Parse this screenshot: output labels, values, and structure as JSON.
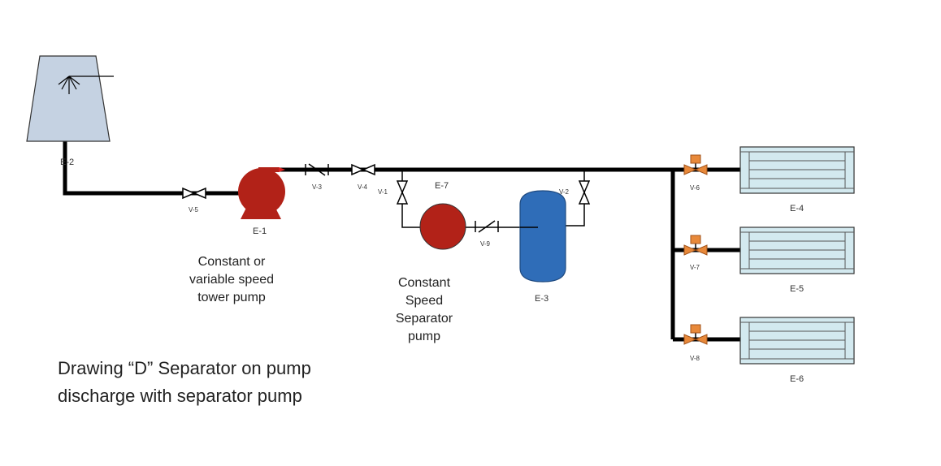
{
  "colors": {
    "pipe": "#000000",
    "tower_fill": "#c5d2e2",
    "pump_red": "#b22218",
    "separator_blue": "#2f6db8",
    "hx_fill": "#d3e9ef",
    "valve_orange": "#e8893a"
  },
  "equipment": {
    "e1": "E-1",
    "e2": "E-2",
    "e3": "E-3",
    "e4": "E-4",
    "e5": "E-5",
    "e6": "E-6",
    "e7": "E-7"
  },
  "valves": {
    "v1": "V-1",
    "v2": "V-2",
    "v3": "V-3",
    "v4": "V-4",
    "v5": "V-5",
    "v6": "V-6",
    "v7": "V-7",
    "v8": "V-8",
    "v9": "V-9"
  },
  "captions": {
    "tower_pump": [
      "Constant or",
      "variable speed",
      "tower pump"
    ],
    "separator_pump": [
      "Constant",
      "Speed",
      "Separator",
      "pump"
    ]
  },
  "drawing_title": [
    "Drawing “D” Separator on pump",
    "discharge with separator pump"
  ]
}
